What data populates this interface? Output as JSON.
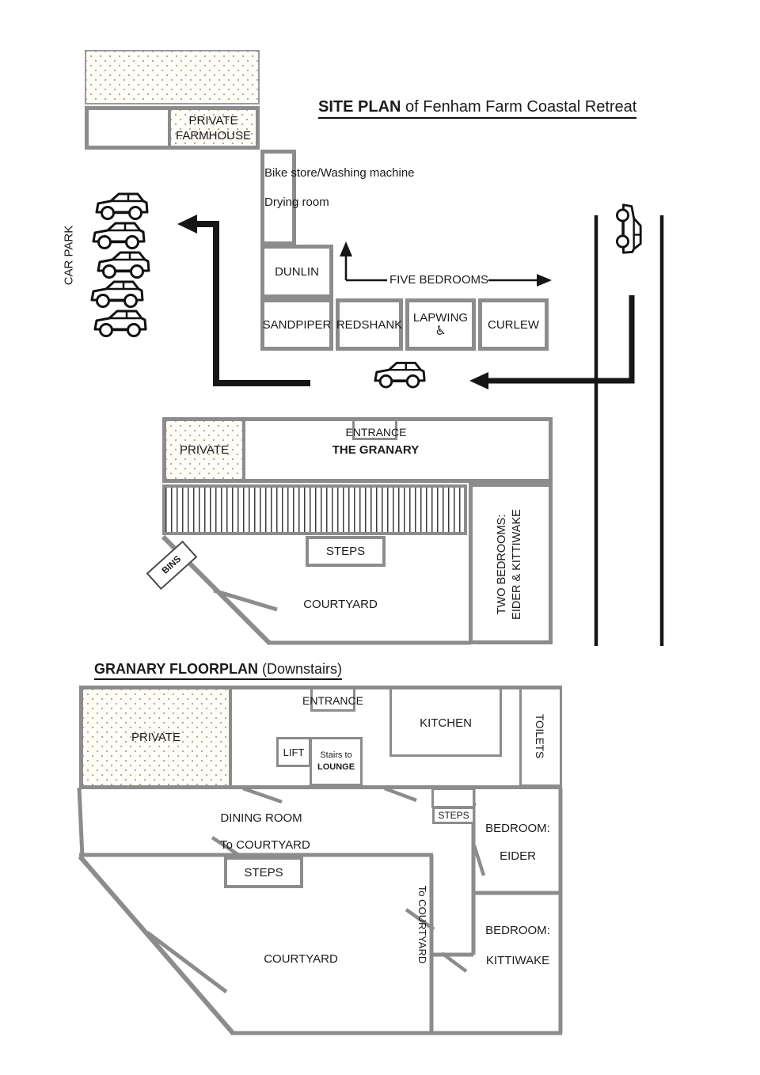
{
  "site_plan": {
    "title": {
      "bold": "SITE PLAN",
      "rest": " of Fenham Farm Coastal Retreat"
    },
    "farmhouse": {
      "line1": "PRIVATE",
      "line2": "FARMHOUSE"
    },
    "labels": {
      "bike_store": "Bike store/Washing machine",
      "drying_room": "Drying room",
      "car_park": "CAR PARK",
      "five_bedrooms": "FIVE BEDROOMS",
      "accessible": "♿",
      "steps": "STEPS",
      "bins": "BINS",
      "courtyard": "COURTYARD"
    },
    "rooms": {
      "dunlin": "DUNLIN",
      "sandpiper": "SANDPIPER",
      "redshank": "REDSHANK",
      "lapwing": "LAPWING",
      "curlew": "CURLEW"
    },
    "granary": {
      "entrance": "ENTRANCE",
      "name": "THE GRANARY",
      "private": "PRIVATE"
    },
    "two_bedrooms": {
      "line1": "TWO BEDROOMS:",
      "line2": "EIDER & KITTIWAKE"
    }
  },
  "floorplan": {
    "title": {
      "bold": "GRANARY FLOORPLAN",
      "rest": " (Downstairs)"
    },
    "private": "PRIVATE",
    "entrance": "ENTRANCE",
    "kitchen": "KITCHEN",
    "toilets": "TOILETS",
    "lift": "LIFT",
    "stairs": {
      "line1": "Stairs to",
      "line2": "LOUNGE"
    },
    "dining_room": "DINING ROOM",
    "to_courtyard": "To COURTYARD",
    "steps_small": "STEPS",
    "steps_big": "STEPS",
    "bedroom_eider": {
      "line1": "BEDROOM:",
      "line2": "EIDER"
    },
    "bedroom_kittiwake": {
      "line1": "BEDROOM:",
      "line2": "KITTIWAKE"
    },
    "to_courtyard_corridor": "To COURTYARD",
    "courtyard": "COURTYARD"
  },
  "colors": {
    "wall": "#8c8c8c",
    "line": "#161616",
    "dots": "#b9a989"
  }
}
